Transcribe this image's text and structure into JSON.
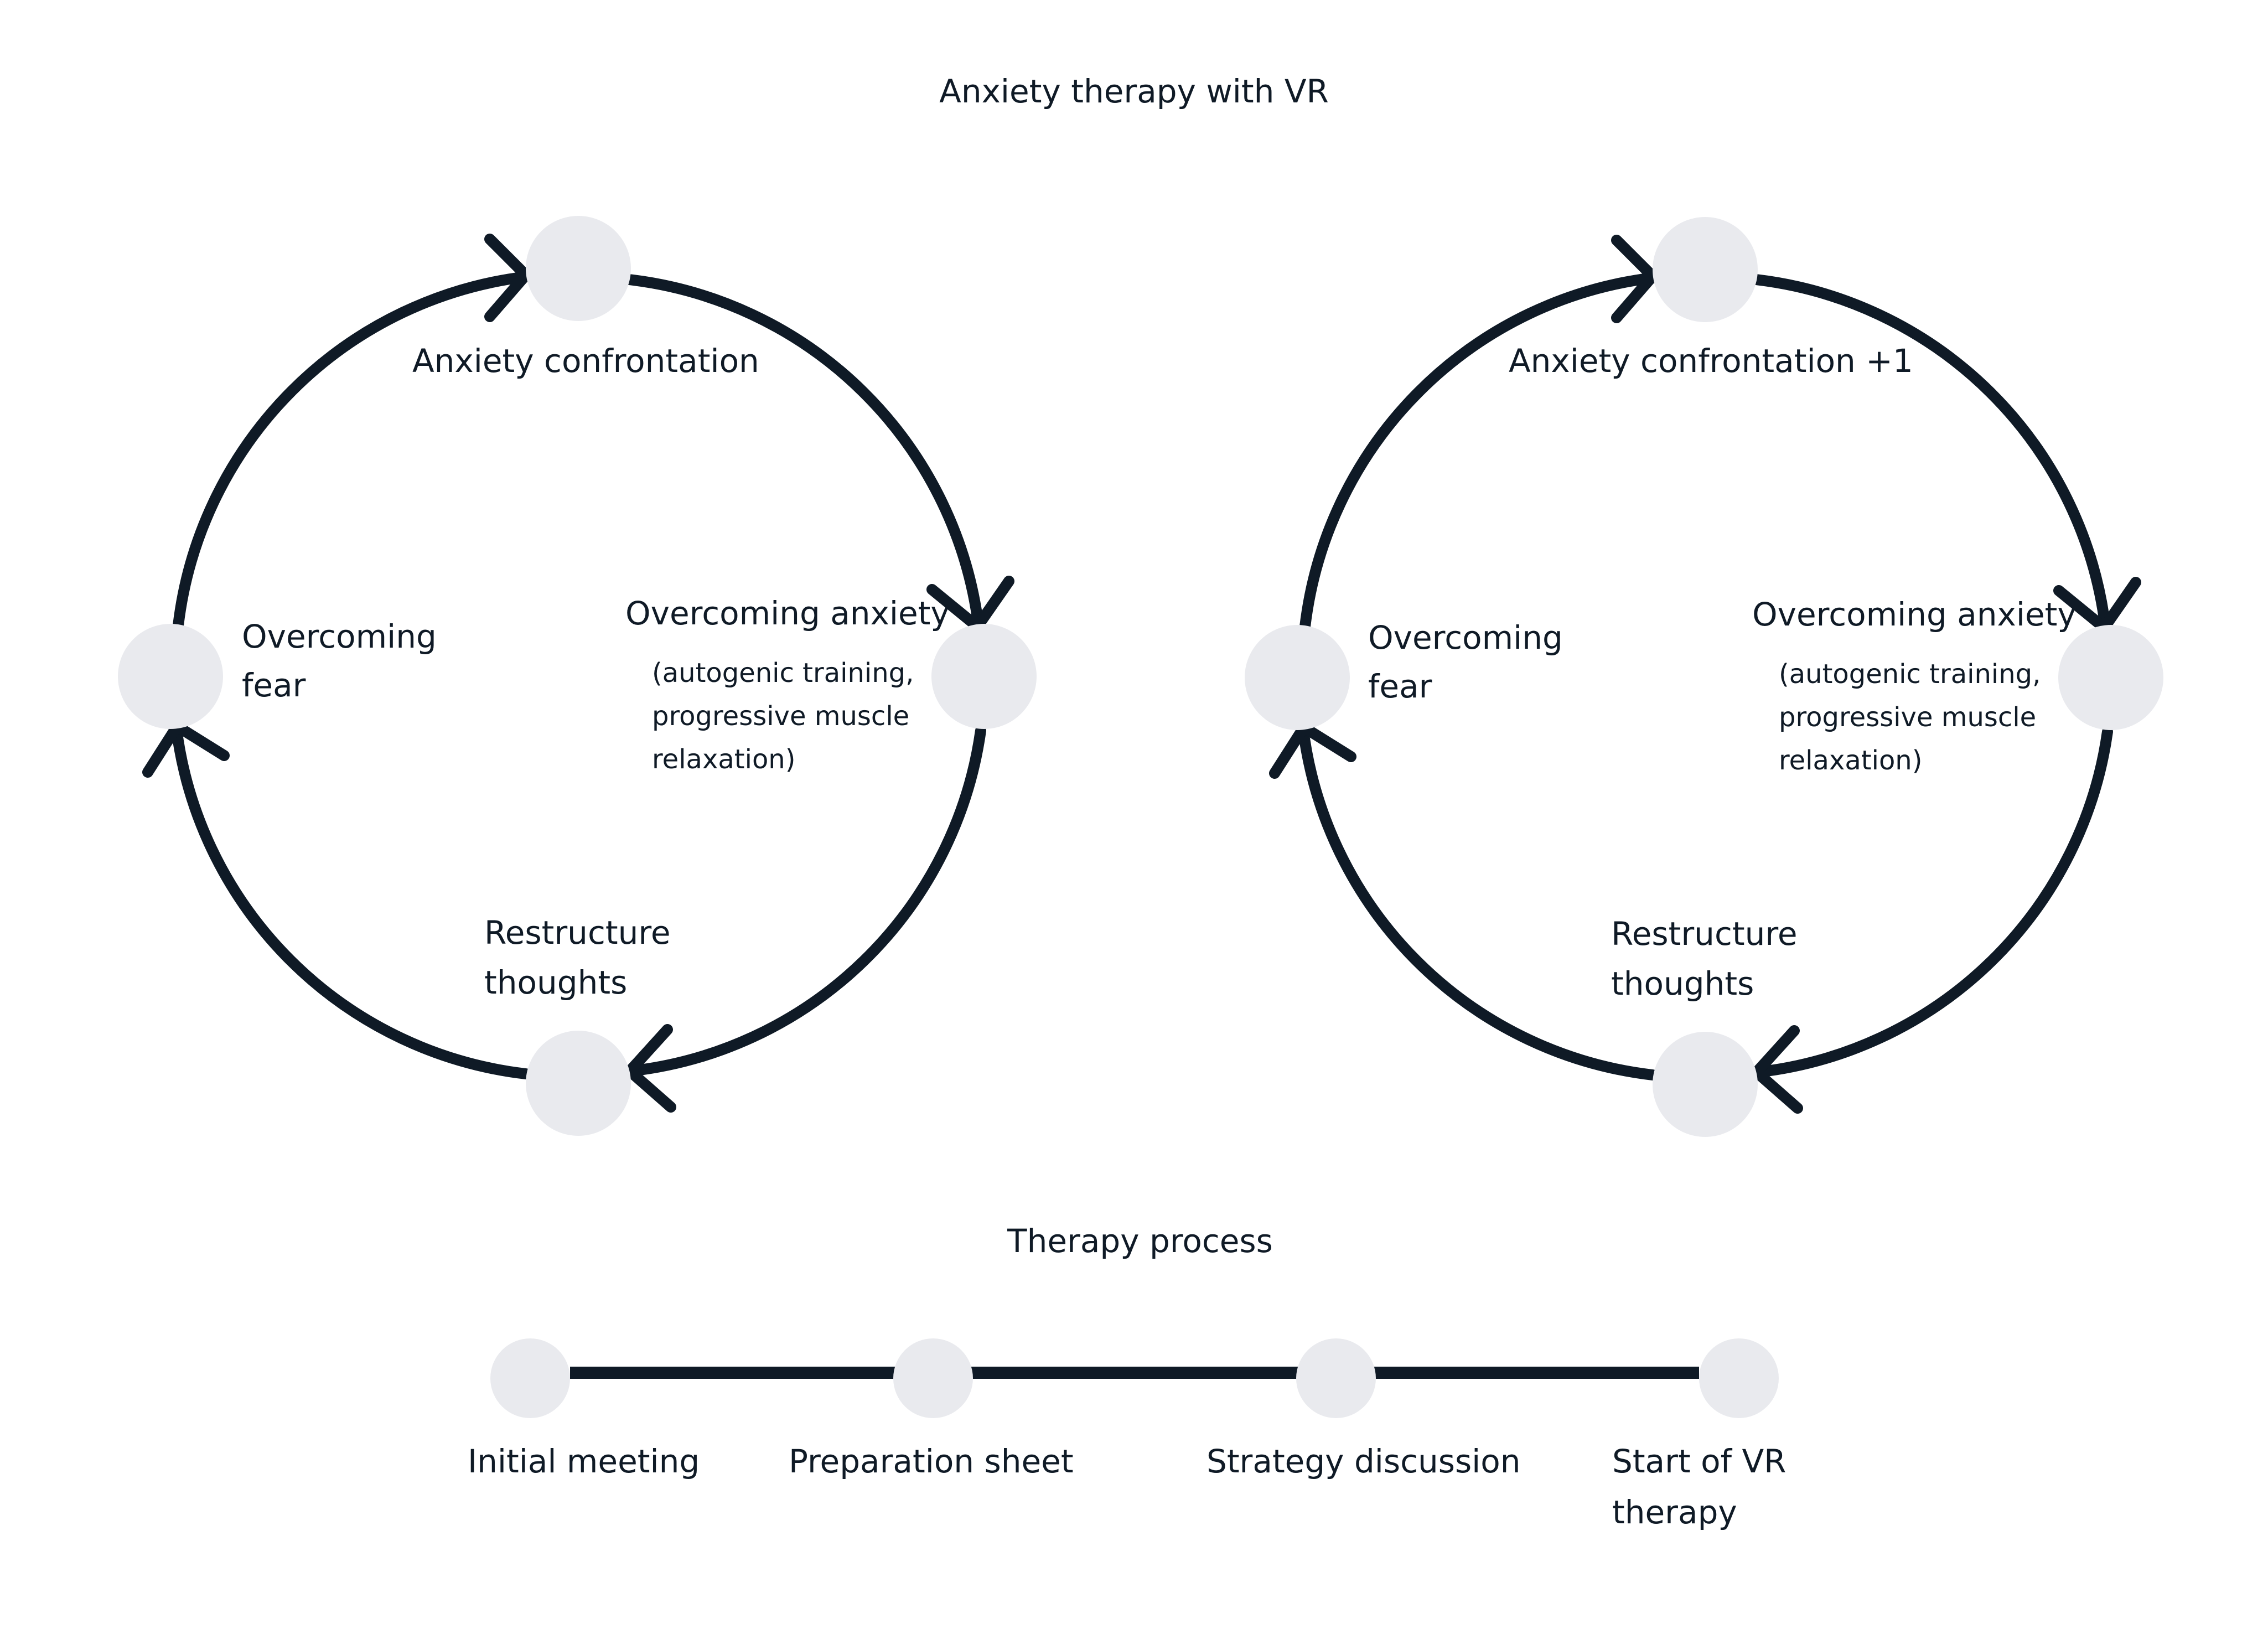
{
  "title": "Anxiety therapy with VR",
  "cycles": [
    {
      "top_label": "Anxiety confrontation",
      "right_label": "Overcoming anxiety",
      "right_sub": [
        "(autogenic training,",
        "progressive muscle",
        "relaxation)"
      ],
      "bottom_label": [
        "Restructure",
        "thoughts"
      ],
      "left_label": [
        "Overcoming",
        "fear"
      ]
    },
    {
      "top_label": "Anxiety confrontation +1",
      "right_label": "Overcoming anxiety",
      "right_sub": [
        "(autogenic training,",
        "progressive muscle",
        "relaxation)"
      ],
      "bottom_label": [
        "Restructure",
        "thoughts"
      ],
      "left_label": [
        "Overcoming",
        "fear"
      ]
    }
  ],
  "process": {
    "title": "Therapy process",
    "steps": [
      {
        "label": [
          "Initial meeting"
        ]
      },
      {
        "label": [
          "Preparation sheet"
        ]
      },
      {
        "label": [
          "Strategy discussion"
        ]
      },
      {
        "label": [
          "Start of VR",
          "therapy"
        ]
      }
    ]
  },
  "colors": {
    "ink": "#0f1a26",
    "node": "#e9eaee"
  }
}
